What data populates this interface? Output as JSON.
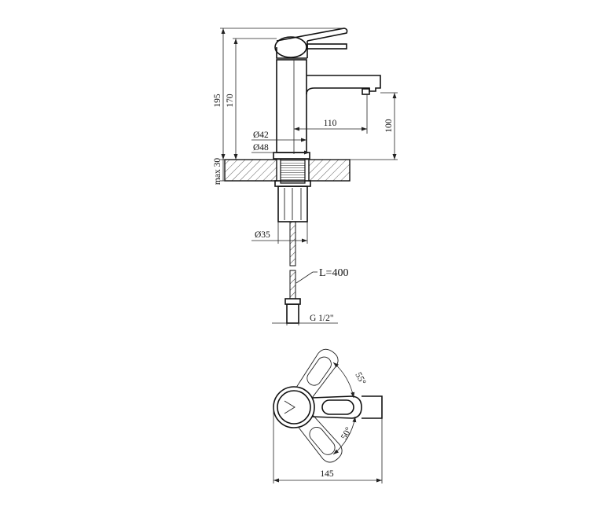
{
  "front_view": {
    "total_height": "195",
    "body_height": "170",
    "spout_reach": "110",
    "spout_height": "100",
    "body_diameter": "Ø42",
    "base_diameter": "Ø48",
    "counter_max": "max 30",
    "shank_diameter": "Ø35",
    "hose_length": "L=400",
    "hose_thread": "G 1/2\""
  },
  "top_view": {
    "angle_back": "55°",
    "angle_front": "50°",
    "overall_width": "145"
  }
}
